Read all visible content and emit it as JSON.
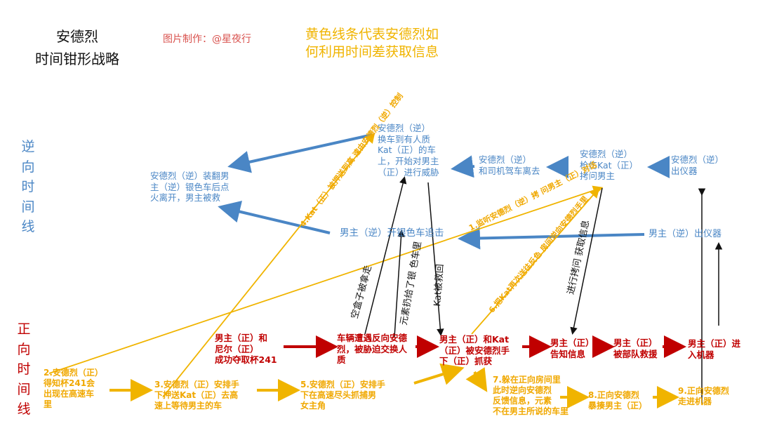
{
  "title": "安德烈\n时间钳形战略",
  "credit": "图片制作：@星夜行",
  "legend": "黄色线条代表安德烈如\n何利用时间差获取信息",
  "axis_reverse": "逆\n向\n时\n间\n线",
  "axis_forward": "正\n向\n时\n间\n线",
  "reverse_nodes": {
    "andrei_flip": "安德烈（逆）装翻男\n主（逆）银色车后点\n火离开，男主被救",
    "andrei_switch_car": "安德烈（逆）\n换车到有人质\nKat（正）的车\n上，开始对男主\n（正）进行威胁",
    "andrei_drive_away": "安德烈（逆）\n和司机驾车离去",
    "andrei_shoot": "安德烈（逆）\n枪伤Kat（正）\n拷问男主",
    "andrei_exit": "安德烈（逆）\n出仪器",
    "hero_chase": "男主（逆）开银色车追击",
    "hero_exit": "男主（逆）出仪器"
  },
  "forward_nodes": {
    "hero_neil_seize": "男主（正）和\n尼尔（正）\n成功夺取杯241",
    "car_ambush": "车辆遭遇反向安德\n烈，被胁迫交换人\n质",
    "hero_kat_captured": "男主（正）和Kat\n（正）被安德烈手\n下（正）抓获",
    "hero_tells": "男主（正）\n告知信息",
    "hero_rescued": "男主（正）\n被部队救援",
    "hero_enter": "男主（正）进\n入机器"
  },
  "yellow_nodes": {
    "y2": "2.安德烈（正）\n得知杯241会\n出现在高速车\n里",
    "y3": "3.安德烈（正）安排手\n下押送Kat（正）去高\n速上等待男主的车",
    "y5": "5.安德烈（正）安排手\n下在高速尽头抓捕男\n女主角",
    "y7": "7.躲在正向房间里\n此时逆向安德烈\n反馈信息，元素\n不在男主所说的车里",
    "y8": "8.正向安德烈\n暴揍男主（正）",
    "y9": "9.正向安德烈\n走进机器"
  },
  "line_labels": {
    "l1": "1.监听安德烈（逆）拷\n问男主（正）对话",
    "l4": "4.Kat（正）被押送到高\n速由安德烈（逆）控制",
    "l6": "6.把Kat再次送往反色\n房间逆向安德烈手里",
    "empty_box": "空盒子被拿走",
    "element_thrown": "元素扔给了银\n色车里",
    "kat_rescued": "Kat被救回",
    "torture_info": "进行拷问\n获取信息"
  },
  "colors": {
    "blue": "#4a86c5",
    "red": "#c00000",
    "yellow": "#f0b400",
    "black": "#111111"
  }
}
